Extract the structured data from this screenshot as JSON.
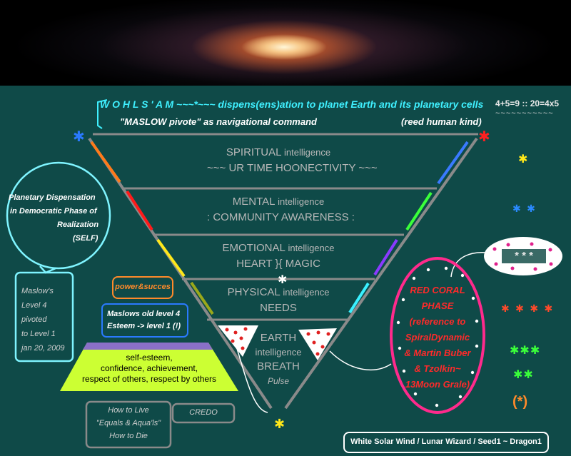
{
  "header": {
    "line1": "W O H L S ' A M ~~~*~~~ dispens(ens)ation to planet Earth and its planetary cells",
    "line2": "\"MASLOW  pivote\"  as navigational  command",
    "line3": "(reed human kind)",
    "equation": "4+5=9 :: 20=4x5",
    "equation_tilde": "~~~~~~~~~~~"
  },
  "levels": [
    {
      "big": "SPIRITUAL",
      "small": "intelligence",
      "sub": "~~~ UR TIME HOONECTIVITY ~~~"
    },
    {
      "big": "MENTAL",
      "small": "intelligence",
      "sub": ": COMMUNITY AWARENESS :"
    },
    {
      "big": "EMOTIONAL",
      "small": "intelligence",
      "sub": "HEART }{ MAGIC"
    },
    {
      "big": "PHYSICAL",
      "small": "intelligence",
      "sub": "NEEDS"
    },
    {
      "big": "EARTH",
      "small": "intelligence",
      "sub": "BREATH",
      "extra": "Pulse"
    }
  ],
  "left_bubble": {
    "lines": [
      "Planetary Dispensation",
      "in Democratic Phase of",
      "Realization",
      "(SELF)"
    ]
  },
  "maslow_box": {
    "lines": [
      "Maslow's",
      "Level 4",
      "pivoted",
      "to Level 1",
      "jan 20, 2009"
    ]
  },
  "power_box": "power&succes",
  "esteem_box": {
    "lines": [
      "Maslows old level 4",
      "Esteem -> level 1 (!)"
    ]
  },
  "pyramid_text": [
    "self-esteem,",
    "confidence, achievement,",
    "respect of others, respect by others"
  ],
  "howto_box": {
    "lines": [
      "How to Live",
      "\"Equals & Aqua'ls\"",
      "How to Die"
    ]
  },
  "credo": "CREDO",
  "coral": {
    "lines": [
      "RED CORAL",
      "PHASE",
      "(reference to",
      "SpiralDynamic",
      "& Martin Buber",
      "& Tzolkin~",
      "13Moon Grale)"
    ]
  },
  "oval_text": "* * *",
  "right_symbols": {
    "paren_star": "(*)"
  },
  "footer": "White Solar Wind / Lunar Wizard / Seed1 ~ Dragon1",
  "colors": {
    "background": "#0f4a48",
    "cyan": "#3ff0ff",
    "magenta": "#ff2a8c",
    "gray": "#8a8a8a"
  }
}
